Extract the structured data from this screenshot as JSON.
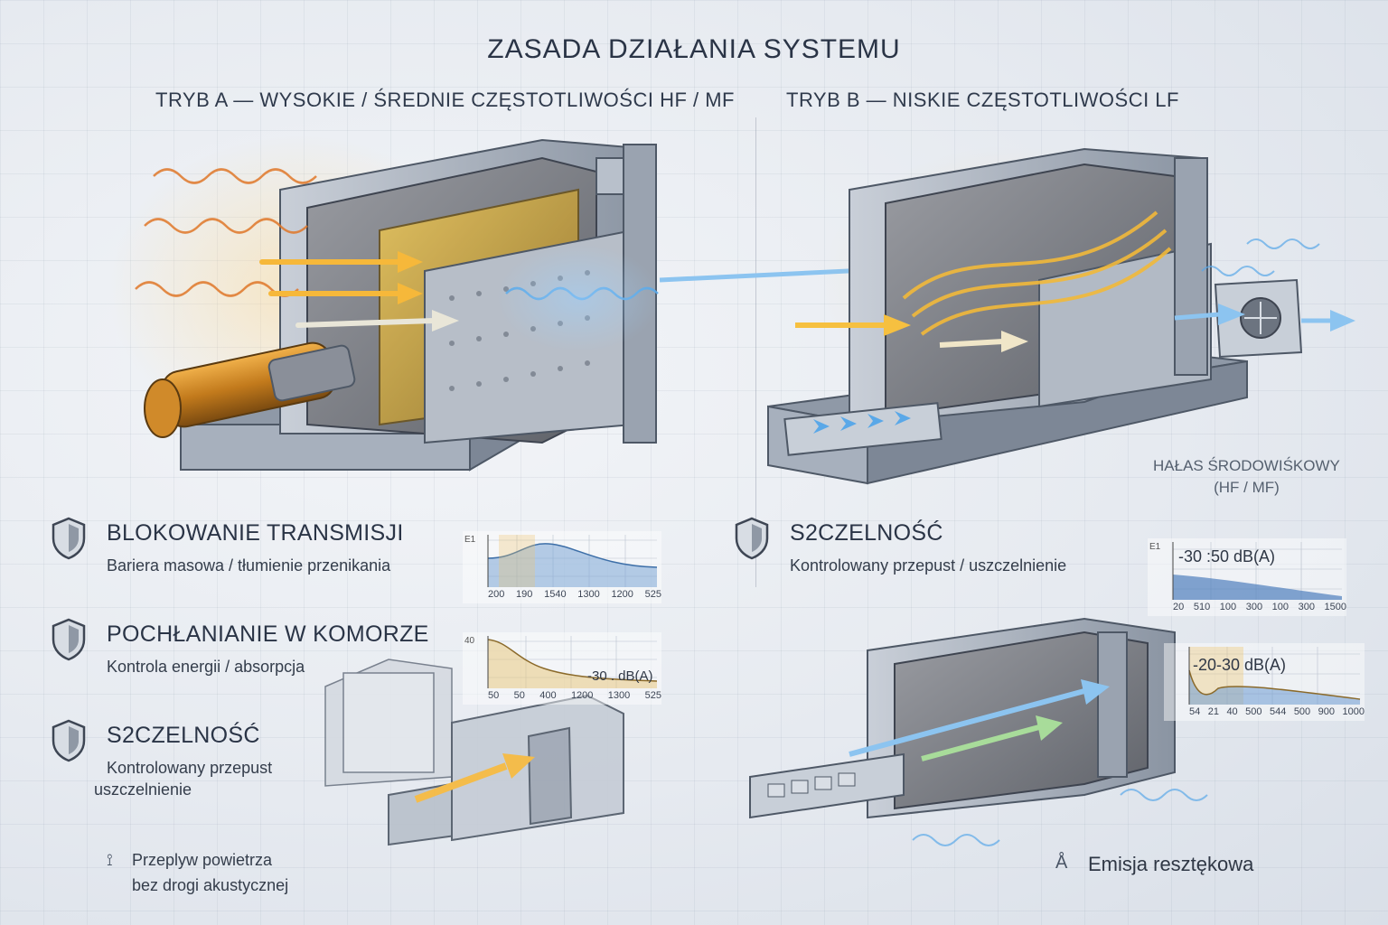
{
  "title": "ZASADA DZIAŁANIA SYSTEMU",
  "mode_a": {
    "title": "TRYB A — WYSOKIE / ŚREDNIE CZĘSTOTLIWOŚCI HF / MF"
  },
  "mode_b": {
    "title": "TRYB B — NISKIE CZĘSTOTLIWOŚCI LF"
  },
  "side_label": {
    "line1": "HAŁAS ŚRODOWIŚKOWY",
    "line2": "(HF / MF)"
  },
  "features_a": [
    {
      "title": "BLOKOWANIE TRANSMISJI",
      "desc": "Bariera masowa / tłumienie przenikania",
      "icon": "shield-icon"
    },
    {
      "title": "POCHŁANIANIE W KOMORZE",
      "desc": "Kontrola energii / absorpcja",
      "icon": "shield-icon"
    },
    {
      "title": "S2CZELNOŚĆ",
      "desc": "Kontrolowany przepust",
      "desc2": "uszczelnienie",
      "icon": "shield-icon"
    }
  ],
  "features_b": [
    {
      "title": "S2CZELNOŚĆ",
      "desc": "Kontrolowany przepust / uszczelnienie",
      "icon": "shield-icon"
    }
  ],
  "charts": {
    "chart_a1": {
      "ylabel": "E1",
      "ticks": [
        "200",
        "190",
        "1540",
        "1300",
        "1200",
        "525"
      ]
    },
    "chart_a2": {
      "ylabel": "40",
      "value": "-30 . dB(A)",
      "ticks": [
        "50",
        "50",
        "400",
        "1200",
        "1300",
        "525"
      ]
    },
    "chart_b1": {
      "ylabel": "E1",
      "value": "-30 :50 dB(A)",
      "ticks": [
        "20",
        "510",
        "100",
        "300",
        "100",
        "300",
        "1500"
      ]
    },
    "chart_b2": {
      "ylabel": "",
      "value": "-20-30 dB(A)",
      "ticks": [
        "54",
        "21",
        "40",
        "500",
        "544",
        "500",
        "900",
        "1000"
      ]
    }
  },
  "footer": {
    "note_line1": "Przeplyw powietrza",
    "note_line2": "bez drogi akustycznej",
    "emission": "Emisja resztękowa"
  },
  "colors": {
    "warm": "#e8962c",
    "gold": "#f2c14a",
    "cool": "#5aa8e8",
    "steel": "#8c96a4",
    "concrete": "#7d8088"
  }
}
